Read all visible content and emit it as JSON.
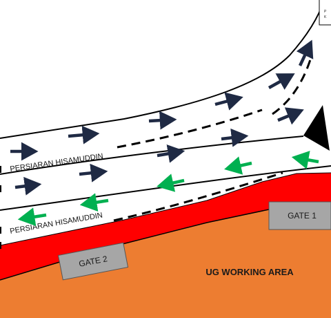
{
  "colors": {
    "working_area": "#ED7D31",
    "red_band": "#FF0000",
    "arrow_inbound": "#1F2A44",
    "arrow_outbound": "#00B050",
    "gate_fill": "#A6A6A6",
    "road_edge": "#000000"
  },
  "road_upper": {
    "label": "PERSIARAN HISAMUDDIN"
  },
  "road_lower": {
    "label": "PERSIARAN HISAMUDDIN"
  },
  "gates": [
    {
      "label": "GATE 1"
    },
    {
      "label": "GATE 2"
    }
  ],
  "working_area": {
    "label": "UG WORKING AREA"
  },
  "corner_note": {
    "lines": [
      "P",
      "K"
    ]
  },
  "icons": {
    "inbound": "arrow-right-icon",
    "outbound": "arrow-left-icon",
    "junction": "triangle-marker-icon"
  }
}
